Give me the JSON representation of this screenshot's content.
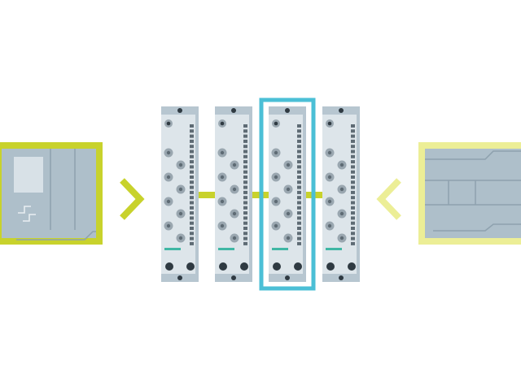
{
  "diagram": {
    "left_device": {
      "kind": "controller",
      "frame_color": "#c8d22c"
    },
    "right_device": {
      "kind": "controller",
      "frame_color": "#ecee96"
    },
    "left_arrow": {
      "icon": "chevron-right-icon",
      "color": "#c8d22c"
    },
    "right_arrow": {
      "icon": "chevron-left-icon",
      "color": "#ecee96"
    },
    "bus_color": "#c8d22c",
    "modules": [
      {
        "id": "module-1",
        "highlighted": false
      },
      {
        "id": "module-2",
        "highlighted": false
      },
      {
        "id": "module-3",
        "highlighted": true,
        "highlight_color": "#4bbfd6"
      },
      {
        "id": "module-4",
        "highlighted": false
      }
    ],
    "colors": {
      "module_body": "#dde5ea",
      "module_shade": "#b7c6d0",
      "port": "#9aa7b0",
      "port_core": "#5e6b74",
      "dark": "#2f3a42",
      "accent": "#3fb7a4",
      "device_fill": "#aebfca",
      "device_line": "#8ea1ae"
    }
  }
}
